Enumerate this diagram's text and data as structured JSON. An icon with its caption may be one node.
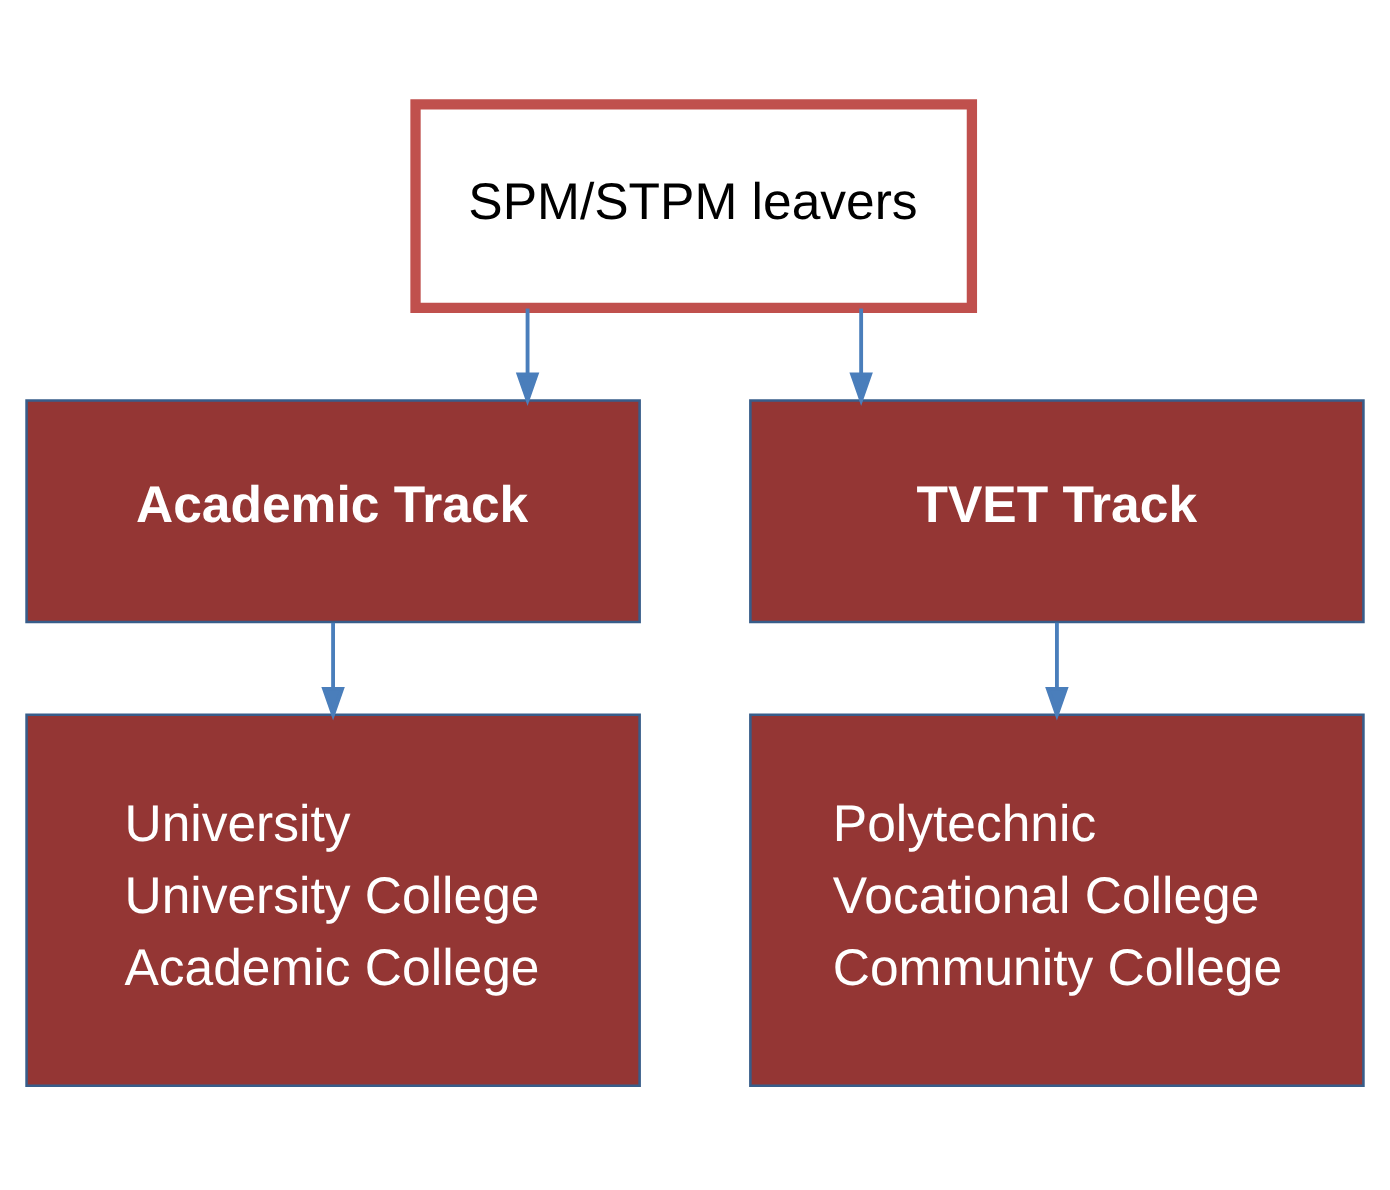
{
  "diagram": {
    "nodes": [
      {
        "text": [
          "SPM/STPM leavers"
        ]
      },
      {
        "text": [
          "Academic Track"
        ]
      },
      {
        "text": [
          "TVET Track"
        ]
      },
      {
        "text": [
          "University",
          "University College",
          "Academic College"
        ]
      },
      {
        "text": [
          "Polytechnic",
          "Vocational College",
          "Community College"
        ]
      }
    ],
    "edges": [
      {
        "from": 0,
        "to": 1,
        "arrow": "to"
      },
      {
        "from": 0,
        "to": 2,
        "arrow": "to"
      },
      {
        "from": 1,
        "to": 3,
        "arrow": "to"
      },
      {
        "from": 2,
        "to": 4,
        "arrow": "to"
      }
    ]
  }
}
